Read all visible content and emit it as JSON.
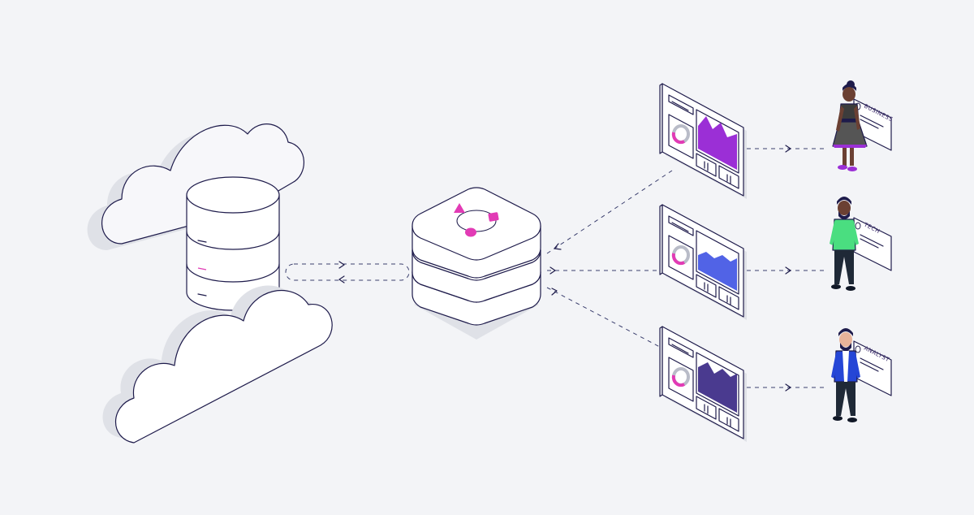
{
  "colors": {
    "background": "#f3f4f7",
    "outline": "#1e1b4b",
    "accent_pink": "#e23bb5",
    "business_chart": "#9b2fd6",
    "tech_chart": "#5163e6",
    "analyst_chart": "#4a3a8f",
    "cloud_shadow": "#dfe1e7",
    "panel_fill": "#ffffff"
  },
  "icons": {
    "source_cloud_back": "cloud-icon",
    "source_cloud_front": "cloud-icon",
    "database": "database-icon",
    "semantic_layer": "stacked-layers-icon",
    "dashboard": "dashboard-icon",
    "person": "person-icon"
  },
  "consumers": [
    {
      "label": "BUSINESS",
      "chart": "area"
    },
    {
      "label": "TECH",
      "chart": "area"
    },
    {
      "label": "ANALYST",
      "chart": "area"
    }
  ]
}
